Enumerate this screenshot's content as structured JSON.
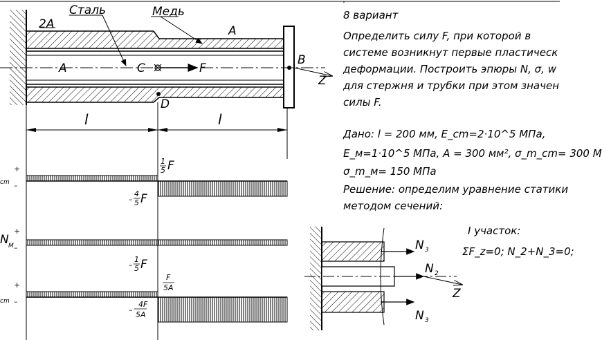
{
  "labels": {
    "steel": "Сталь",
    "copper": "Медь",
    "area_2a": "2A",
    "area_a": "A",
    "point_a": "A",
    "point_c": "C",
    "point_f": "F",
    "point_b": "B",
    "axis_z": "Z",
    "point_d": "D",
    "length_left": "l",
    "length_right": "l"
  },
  "epures": {
    "n_st_label": "cm",
    "n_m_label": "N",
    "n_m_sub": "M",
    "sigma_st_label": "cm",
    "plus": "+",
    "minus": "–",
    "v1_num": "1",
    "v1_den": "5",
    "v1_sym": "F",
    "v2_sign": "–",
    "v2_num": "4",
    "v2_den": "5",
    "v2_sym": "F",
    "v3_sign": "–",
    "v3_num": "1",
    "v3_den": "5",
    "v3_sym": "F",
    "v4_num": "F",
    "v4_den": "5A",
    "v5_sign": "–",
    "v5_num": "4F",
    "v5_den": "5A"
  },
  "text": {
    "variant": "8 вариант",
    "task_line1": "Определить силу F, при которой в",
    "task_line2": "системе возникнут первые пластическ",
    "task_line3": "деформации. Построить эпюры N, σ, w",
    "task_line4": "для стержня и трубки при этом значен",
    "task_line5": "силы F.",
    "given_line1": "Дано: l = 200 мм, E_cm=2·10^5 МПа,",
    "given_line2": "E_м=1·10^5 МПа, A = 300 мм², σ_m_cm= 300 М",
    "given_line3": "σ_m_м= 150 МПа",
    "solution_line1": "Решение: определим уравнение статики",
    "solution_line2": "методом сечений:",
    "section_title": "I участок:",
    "equation": "ΣF_z=0; N_2+N_3=0;"
  },
  "section": {
    "n3_top": "N",
    "n3_top_sub": "3",
    "n2": "N",
    "n2_sub": "2",
    "n3_bottom": "N",
    "n3_bottom_sub": "3",
    "axis_z": "Z"
  }
}
